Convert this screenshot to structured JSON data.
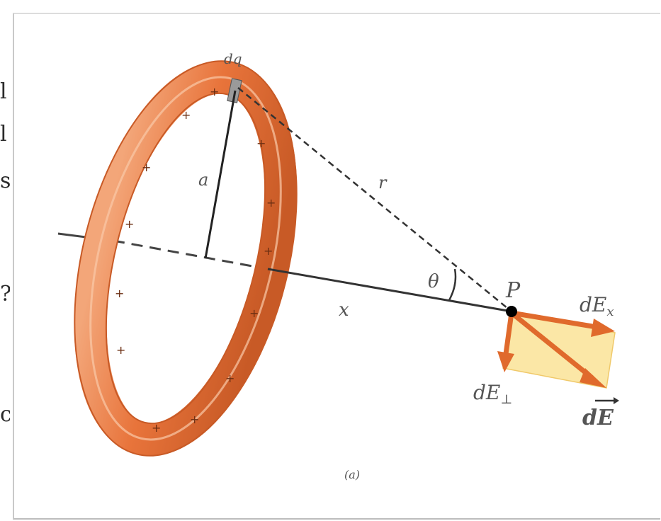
{
  "side_fragments": [
    "l",
    "l",
    "s",
    "?",
    "c"
  ],
  "diagram": {
    "labels": {
      "charge_element": "dq",
      "radius": "a",
      "distance_r": "r",
      "distance_x": "x",
      "angle": "θ",
      "point": "P",
      "field_x": "dE",
      "field_x_sub": "x",
      "field_perp": "dE",
      "field_perp_sub": "⊥",
      "field_total": "dE",
      "caption": "(a)"
    },
    "ring_charge_symbol": "+",
    "colors": {
      "ring": "#e8743b",
      "ring_dark": "#c85a26",
      "ring_light": "#f6b58f",
      "arrow": "#e06a2c",
      "parallelogram": "#fbe7a6",
      "line": "#333333"
    }
  }
}
